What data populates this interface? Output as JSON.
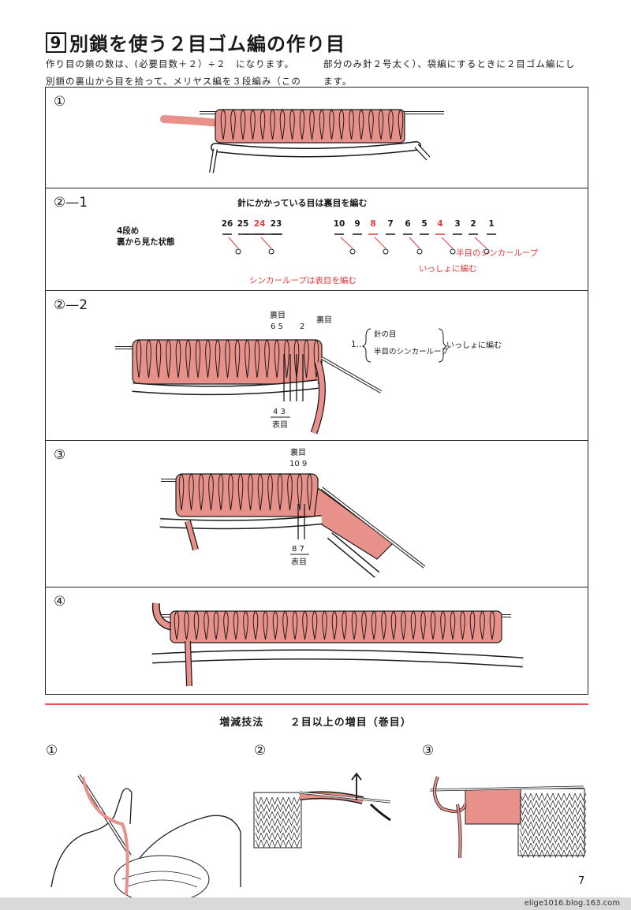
{
  "header": {
    "number": "9",
    "title": "別鎖を使う２目ゴム編の作り目"
  },
  "intro": {
    "left_line1": "作り目の鎖の数は、(必要目数＋２）÷２　になります。",
    "left_line2": "別鎖の裏山から目を拾って、メリヤス編を３段編み（この",
    "right_line1": "部分のみ針２号太く）、袋編にするときに２目ゴム編にし",
    "right_line2": "ます。"
  },
  "panels": {
    "p1": {
      "label": "①"
    },
    "p2_1": {
      "label": "②—1",
      "caption": "針にかかっている目は裏目を編む",
      "state_line1": "4段め",
      "state_line2": "裏から見た状態",
      "numbers": [
        "26",
        "25",
        "24",
        "23",
        "10",
        "9",
        "8",
        "7",
        "6",
        "5",
        "4",
        "3",
        "2",
        "1"
      ],
      "note_sinker_half": "半目のシンカーループ",
      "note_together": "いっしょに編む",
      "note_sinker_knit": "シンカーループは表目を編む"
    },
    "p2_2": {
      "label": "②—2",
      "top_label": "裏目",
      "top_nums": "6 5",
      "num_2": "2",
      "ura_label": "裏目",
      "one_prefix": "1…",
      "bracket_line1": "針の目",
      "bracket_line2": "半目のシンカーループ",
      "bracket_result": "いっしょに編む",
      "bottom_nums": "4 3",
      "bottom_label": "表目"
    },
    "p3": {
      "label": "③",
      "top_label": "裏目",
      "top_nums": "10 9",
      "bottom_nums": "8 7",
      "bottom_label": "表目"
    },
    "p4": {
      "label": "④"
    }
  },
  "section": {
    "title": "増減技法",
    "subtitle": "２目以上の増目（巻目）",
    "labels": [
      "①",
      "②",
      "③"
    ]
  },
  "page_number": "7",
  "footer": "elige1016.blog.163.com",
  "colors": {
    "yarn_pink": "#e8908a",
    "red_text": "#e23a3a",
    "line": "#1a1a1a"
  }
}
